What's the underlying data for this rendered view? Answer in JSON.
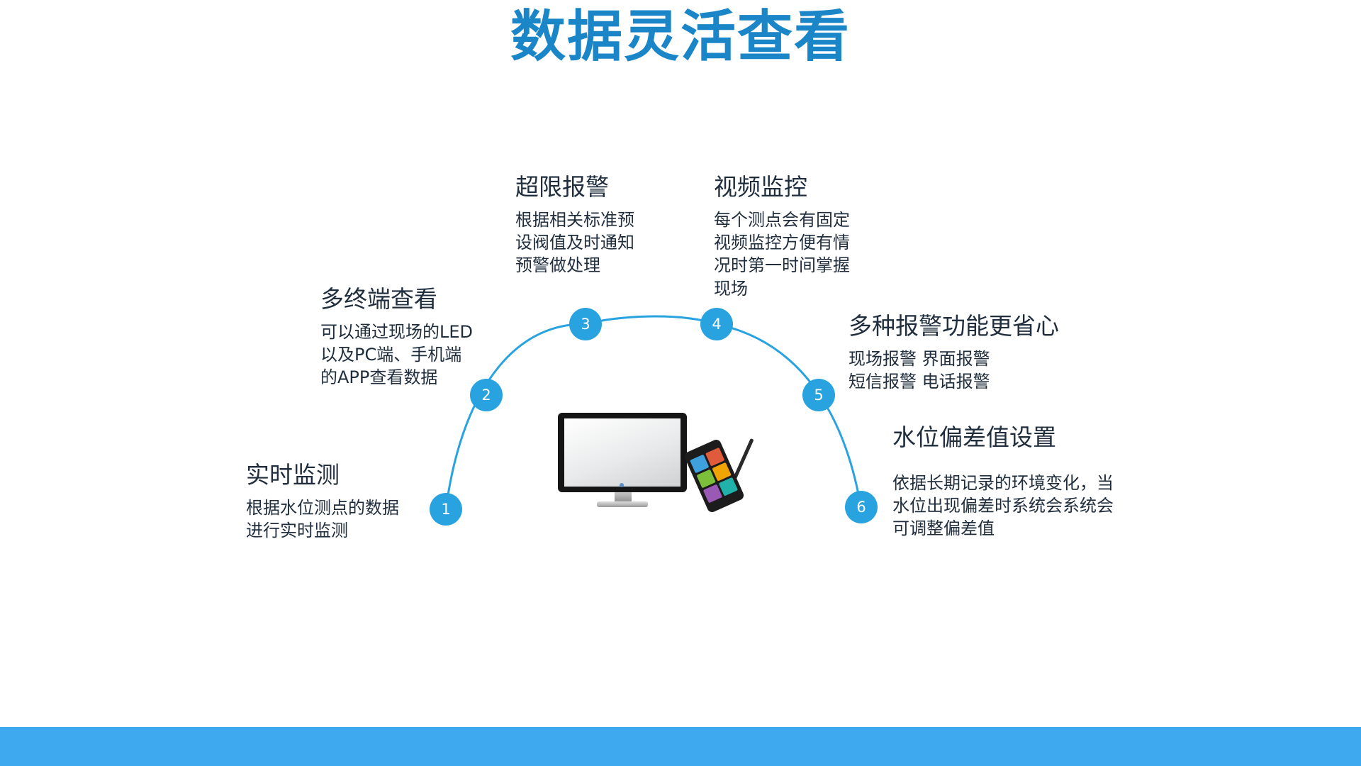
{
  "title": "数据灵活查看",
  "colors": {
    "title": "#1a86c8",
    "node_fill": "#29a3e0",
    "arc_stroke": "#29a3e0",
    "footer_bar": "#3fa9ef",
    "text": "#1f2d3d"
  },
  "items": [
    {
      "num": "1",
      "heading": "实时监测",
      "desc": "根据水位测点的数据\n进行实时监测"
    },
    {
      "num": "2",
      "heading": "多终端查看",
      "desc": "可以通过现场的LED\n以及PC端、手机端\n的APP查看数据"
    },
    {
      "num": "3",
      "heading": "超限报警",
      "desc": "根据相关标准预\n设阀值及时通知\n预警做处理"
    },
    {
      "num": "4",
      "heading": "视频监控",
      "desc": "每个测点会有固定\n视频监控方便有情\n况时第一时间掌握\n现场"
    },
    {
      "num": "5",
      "heading": "多种报警功能更省心",
      "desc": "现场报警 界面报警\n短信报警 电话报警"
    },
    {
      "num": "6",
      "heading": "水位偏差值设置",
      "desc": "依据长期记录的环境变化，当\n水位出现偏差时系统会系统会\n可调整偏差值"
    }
  ],
  "illustration": {
    "monitor_icon": "desktop-monitor-icon",
    "phone_icon": "smartphone-stylus-icon",
    "phone_tile_colors": [
      "#3fa0e0",
      "#e05a3c",
      "#7bbf3a",
      "#f0a400",
      "#9b59b6",
      "#20b2aa"
    ]
  }
}
